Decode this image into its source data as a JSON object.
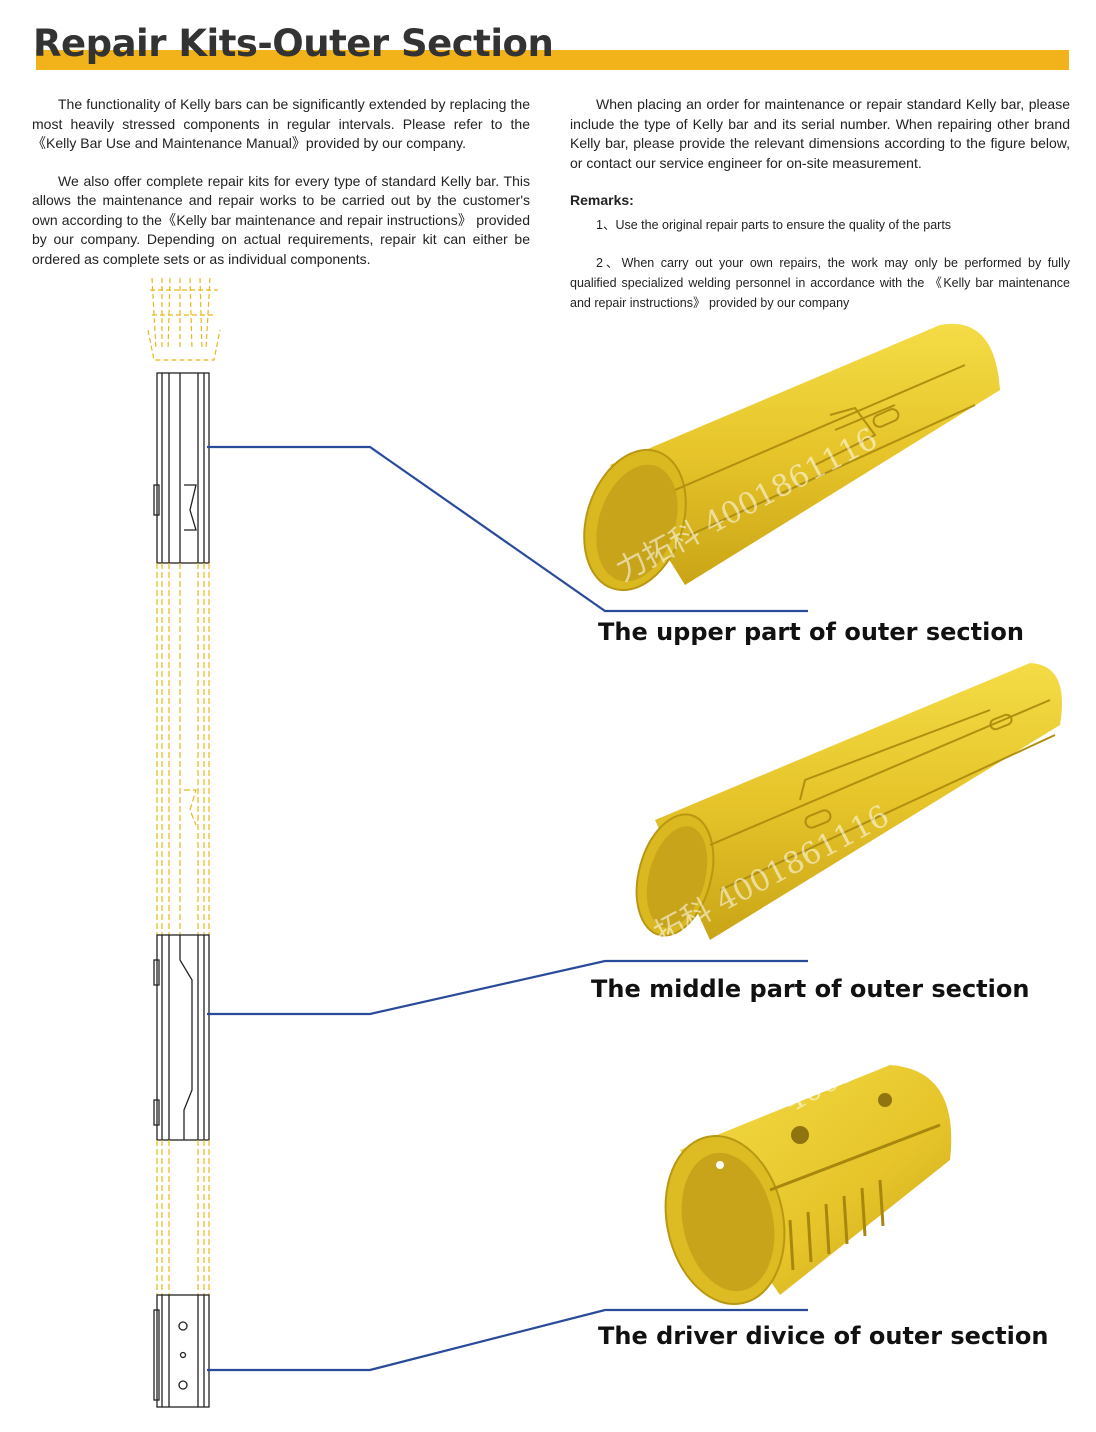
{
  "page": {
    "title": "Repair Kits-Outer Section",
    "accent_color": "#f2b21a",
    "leader_color": "#2a4a9a",
    "part_color": "#e8c92c"
  },
  "left_column": {
    "paragraphs": [
      "The functionality of Kelly bars can be significantly extended by replacing the most heavily stressed components in regular intervals. Please refer to the《Kelly Bar Use and Maintenance Manual》provided by our company.",
      "We also offer complete repair kits for every type of standard Kelly bar. This allows the maintenance and repair works to be carried out by the customer's own according to the《Kelly bar maintenance and repair instructions》 provided by our company. Depending on actual requirements, repair kit can either be ordered as complete sets or as individual components."
    ]
  },
  "right_column": {
    "paragraph": "When placing an order for maintenance or repair standard Kelly bar, please include the type of Kelly bar and its serial number. When repairing other brand Kelly bar, please provide the relevant dimensions according to the figure below, or contact our service engineer for on-site measurement.",
    "remarks_title": "Remarks:",
    "remarks": [
      "1、Use the original repair parts to ensure the quality of the parts",
      "2、When carry out your own repairs, the work may only be performed by fully qualified specialized welding personnel in accordance with the 《Kelly bar maintenance and repair instructions》 provided by our company"
    ]
  },
  "parts": [
    {
      "caption": "The upper part of outer section"
    },
    {
      "caption": "The middle part of outer section"
    },
    {
      "caption": "The driver divice of outer section"
    }
  ]
}
